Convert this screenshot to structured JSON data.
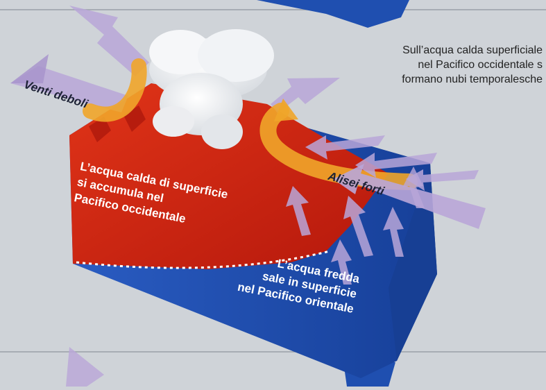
{
  "colors": {
    "background": "#cfd3d8",
    "warm_water": "#d92a17",
    "cold_water": "#1f4fb0",
    "warm_current": "#f0a52a",
    "wind_arrow": "#b9a6d8",
    "text_dark": "#222222"
  },
  "diagram": {
    "caption_lines": [
      "Sull’acqua calda superficiale",
      "nel Pacifico occidentale s",
      "formano nubi temporalesche"
    ],
    "weak_winds_label": "Venti deboli",
    "trade_winds_label": "Alisei forti",
    "warm_water_lines": [
      "L’acqua calda di superficie",
      "si accumula nel",
      "Pacifico occidentale"
    ],
    "cold_water_lines": [
      "L’acqua fredda",
      "sale in superficie",
      "nel Pacifico orientale"
    ],
    "icons": {
      "cloud": "thunderstorm-cloud-icon",
      "arrow": "wind-arrow-icon"
    }
  }
}
